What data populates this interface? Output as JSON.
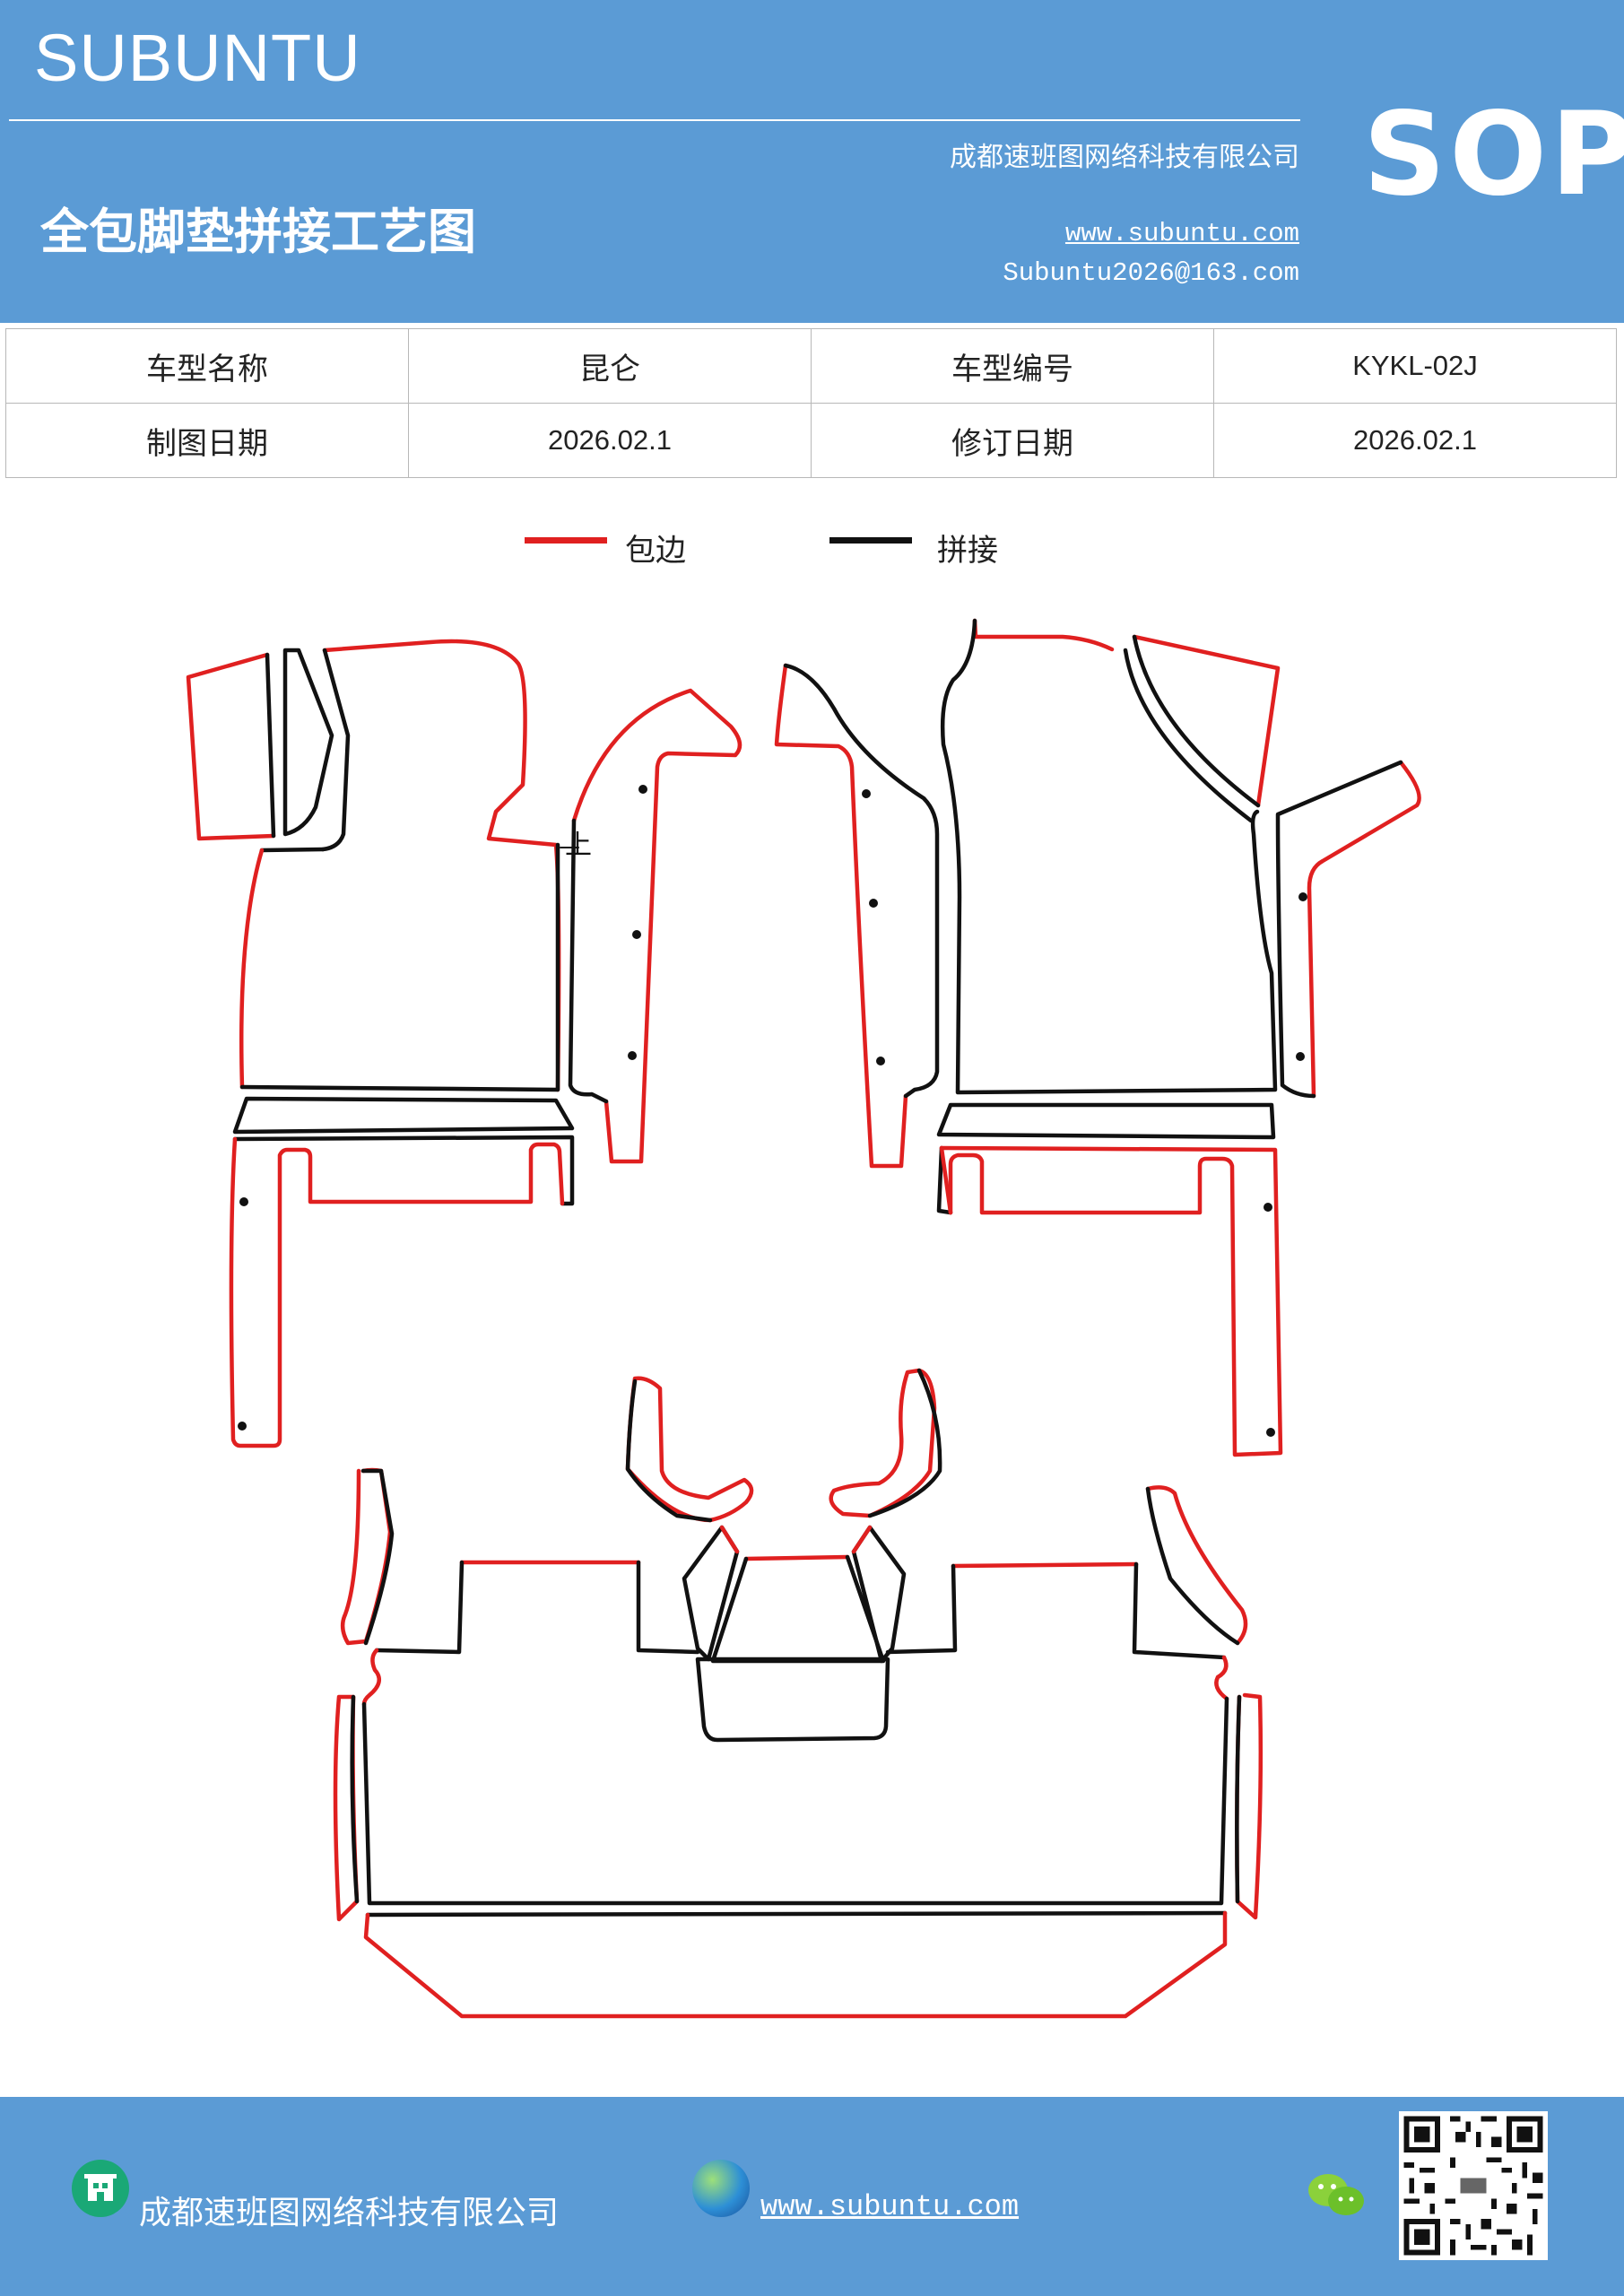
{
  "header": {
    "brand": "SUBUNTU",
    "badge": "SOP",
    "company": "成都速班图网络科技有限公司",
    "title": "全包脚垫拼接工艺图",
    "website": "www.subuntu.com",
    "email": "Subuntu2026@163.com"
  },
  "info_table": {
    "rows": [
      [
        "车型名称",
        "昆仑",
        "车型编号",
        "KYKL-02J"
      ],
      [
        "制图日期",
        "2026.02.1",
        "修订日期",
        "2026.02.1"
      ]
    ]
  },
  "legend": {
    "items": [
      {
        "label": "包边",
        "color": "#e02020"
      },
      {
        "label": "拼接",
        "color": "#111111"
      }
    ]
  },
  "diagram": {
    "marker": "上",
    "colors": {
      "edge": "#e02020",
      "seam": "#111111"
    }
  },
  "footer": {
    "company": "成都速班图网络科技有限公司",
    "website": "www.subuntu.com",
    "icons": [
      "building-icon",
      "globe-icon",
      "wechat-icon",
      "qr-code"
    ]
  }
}
